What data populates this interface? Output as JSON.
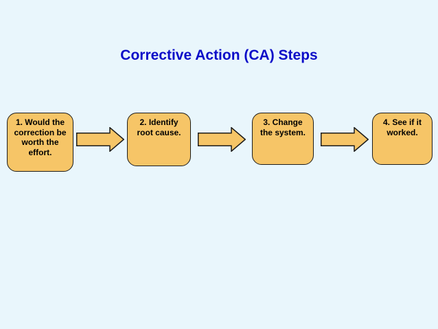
{
  "colors": {
    "background": "#E9F6FC",
    "title_text": "#0C0CC8",
    "box_fill": "#F6C567",
    "box_border": "#1C1C1C",
    "box_text": "#000000"
  },
  "slide": {
    "title": "Corrective Action (CA) Steps"
  },
  "flow": {
    "arrow_icon": "block-arrow-right",
    "steps": [
      {
        "lines": [
          "1. Would the",
          "correction be",
          "worth the",
          "effort."
        ]
      },
      {
        "lines": [
          "2. Identify",
          "root cause."
        ]
      },
      {
        "lines": [
          "3. Change",
          "the system."
        ]
      },
      {
        "lines": [
          "4. See if it",
          "worked."
        ]
      }
    ]
  }
}
